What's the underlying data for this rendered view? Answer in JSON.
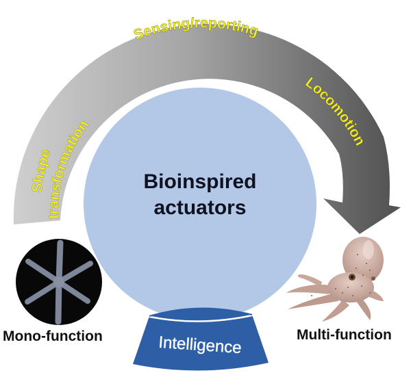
{
  "diagram": {
    "center": {
      "line1": "Bioinspired",
      "line2": "actuators",
      "fill": "#b3c7e6"
    },
    "arc": {
      "labels": [
        {
          "text": "Shape"
        },
        {
          "text": "transformation"
        },
        {
          "text": "Sensing/reporting"
        },
        {
          "text": "Locomotion"
        }
      ],
      "label_color": "#f2ef28",
      "gradient_start": "#cfcfcf",
      "gradient_end": "#505050"
    },
    "base": {
      "label": "Intelligence",
      "fill": "#2d5ea6",
      "text_color": "#ffffff"
    },
    "left": {
      "label": "Mono-function",
      "image": "starfish-like-actuator-icon"
    },
    "right": {
      "label": "Multi-function",
      "image": "octopus-icon"
    }
  }
}
